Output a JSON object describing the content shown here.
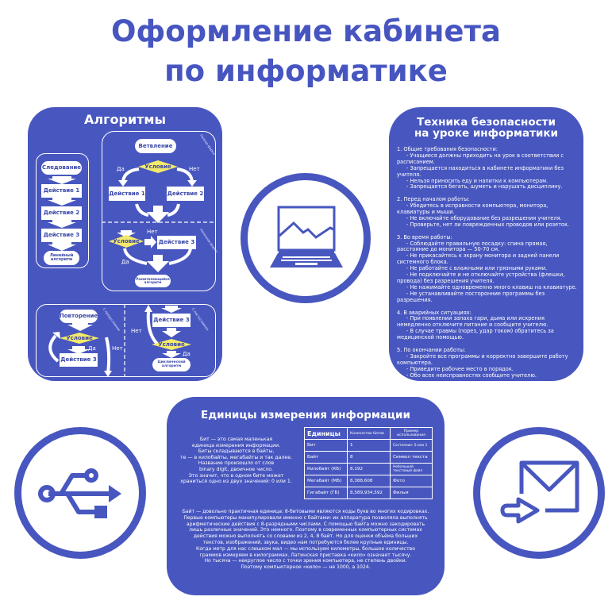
{
  "title": {
    "line1": "Оформление кабинета",
    "line2": "по информатике"
  },
  "algorithms": {
    "title": "Алгоритмы",
    "linear": {
      "start": "Следование",
      "steps": [
        "Действие 1",
        "Действие 2",
        "Действие 3"
      ],
      "end": "Линейный алгоритм"
    },
    "branch": {
      "full_label": "Полная форма",
      "start": "Ветвление",
      "condition": "Условие",
      "yes": "Да",
      "no": "Нет",
      "action1": "Действие 1",
      "action2": "Действие 2",
      "partial_label": "Неполная форма",
      "condition2": "Условие",
      "no2": "Нет",
      "action3": "Действие 3",
      "yes2": "Да",
      "end": "Разветвляющийся алгоритм"
    },
    "loop_pre": {
      "label": "С предусловием",
      "start": "Повторение",
      "condition": "Условие",
      "yes": "Да",
      "no": "Нет",
      "action": "Действие 3"
    },
    "loop_post": {
      "label": "С постусловием",
      "action": "Действие 3",
      "condition": "Условие",
      "yes": "Да",
      "no": "Нет",
      "end": "Циклический алгоритм"
    }
  },
  "safety": {
    "title1": "Техника безопасности",
    "title2": "на уроке информатики",
    "sections": [
      {
        "heading": "1. Общие требования безопасности:",
        "items": [
          "- Учащиеся должны приходить на урок в соответствии с расписанием.",
          "- Запрещается находиться в кабинете информатики без учителя.",
          "- Нельзя приносить еду и напитки к компьютерам.",
          "- Запрещается бегать, шуметь и нарушать дисциплину."
        ]
      },
      {
        "heading": "2. Перед началом работы:",
        "items": [
          "- Убедитесь в исправности компьютера, монитора, клавиатуры и мыши.",
          "- Не включайте оборудование без разрешения учителя.",
          "- Проверьте, нет ли поврежденных проводов или розеток."
        ]
      },
      {
        "heading": "3. Во время работы:",
        "items": [
          "- Соблюдайте правильную посадку: спина прямая, расстояние до монитора — 50-70 см.",
          "- Не прикасайтесь к экрану монитора и задней панели системного блока.",
          "- Не работайте с влажными или грязными руками.",
          "- Не подключайте и не отключайте устройства (флешки, провода) без разрешения учителя.",
          "- Не нажимайте одновременно много клавиш на клавиатуре.",
          "- Не устанавливайте посторонние программы без разрешения."
        ]
      },
      {
        "heading": "4. В аварийных ситуациях:",
        "items": [
          "- При появлении запаха гари, дыма или искрения немедленно отключите питание и сообщите учителю.",
          "- В случае травмы (порез, удар током) обратитесь за медицинской помощью."
        ]
      },
      {
        "heading": "5. По окончании работы:",
        "items": [
          "- Закройте все программы и корректно завершите работу компьютера.",
          "- Приведите рабочее место в порядок.",
          "- Обо всех неисправностях сообщите учителю."
        ]
      }
    ]
  },
  "units": {
    "title": "Единицы измерения информации",
    "intro": [
      "Бит — это самая маленькая",
      "единица измерения информации.",
      "Биты складываются в байты,",
      "те — в килобайты, мегабайты и так далее.",
      "Название произошло от слов",
      "binary digit, двоичное число.",
      "Это значит, что в одном бите может",
      "храниться одно из двух значений: 0 или 1."
    ],
    "table": {
      "headers": [
        "Единицы",
        "Количество битов",
        "Пример использования"
      ],
      "rows": [
        [
          "Бит",
          "1",
          "Состояние: 0 или 1"
        ],
        [
          "Байт",
          "8",
          "Символ текста"
        ],
        [
          "Килобайт (КБ)",
          "8,192",
          "Небольшой текстовый файл"
        ],
        [
          "Мегабайт (МБ)",
          "8,388,608",
          "Фото"
        ],
        [
          "Гигабайт (ГБ)",
          "8,589,934,592",
          "Фильм"
        ]
      ]
    },
    "body": [
      "Байт — довольно практичная единица: 8-битовыми являются коды букв во многих кодировках.",
      "Первые компьютеры манипулировали именно с байтами: их аппаратура позволяла выполнять",
      "арифметические действия с 8-разрядными числами. С помощью байта можно закодировать",
      "лишь  различных значений. Это немного. Поэтому в современных компьютерных системах",
      "действия можно выполнять со словами из 2, 4, 8 байт. Но для оценки объёма больших",
      "текстов, изображений, звука, видео нам потребуются более крупные единицы.",
      "Когда метр для нас слишком мал — мы используем километры, большое количество",
      "граммов измеряем в килограммах. Латинская приставка «кило» означает тысячу.",
      "Но тысяча — некруглое число с точки зрения компьютера, не степень двойки.",
      "Поэтому компьютерное «кило» — не 1000, а 1024."
    ]
  },
  "colors": {
    "primary": "#4857bf",
    "condition": "#f4ea6a"
  }
}
